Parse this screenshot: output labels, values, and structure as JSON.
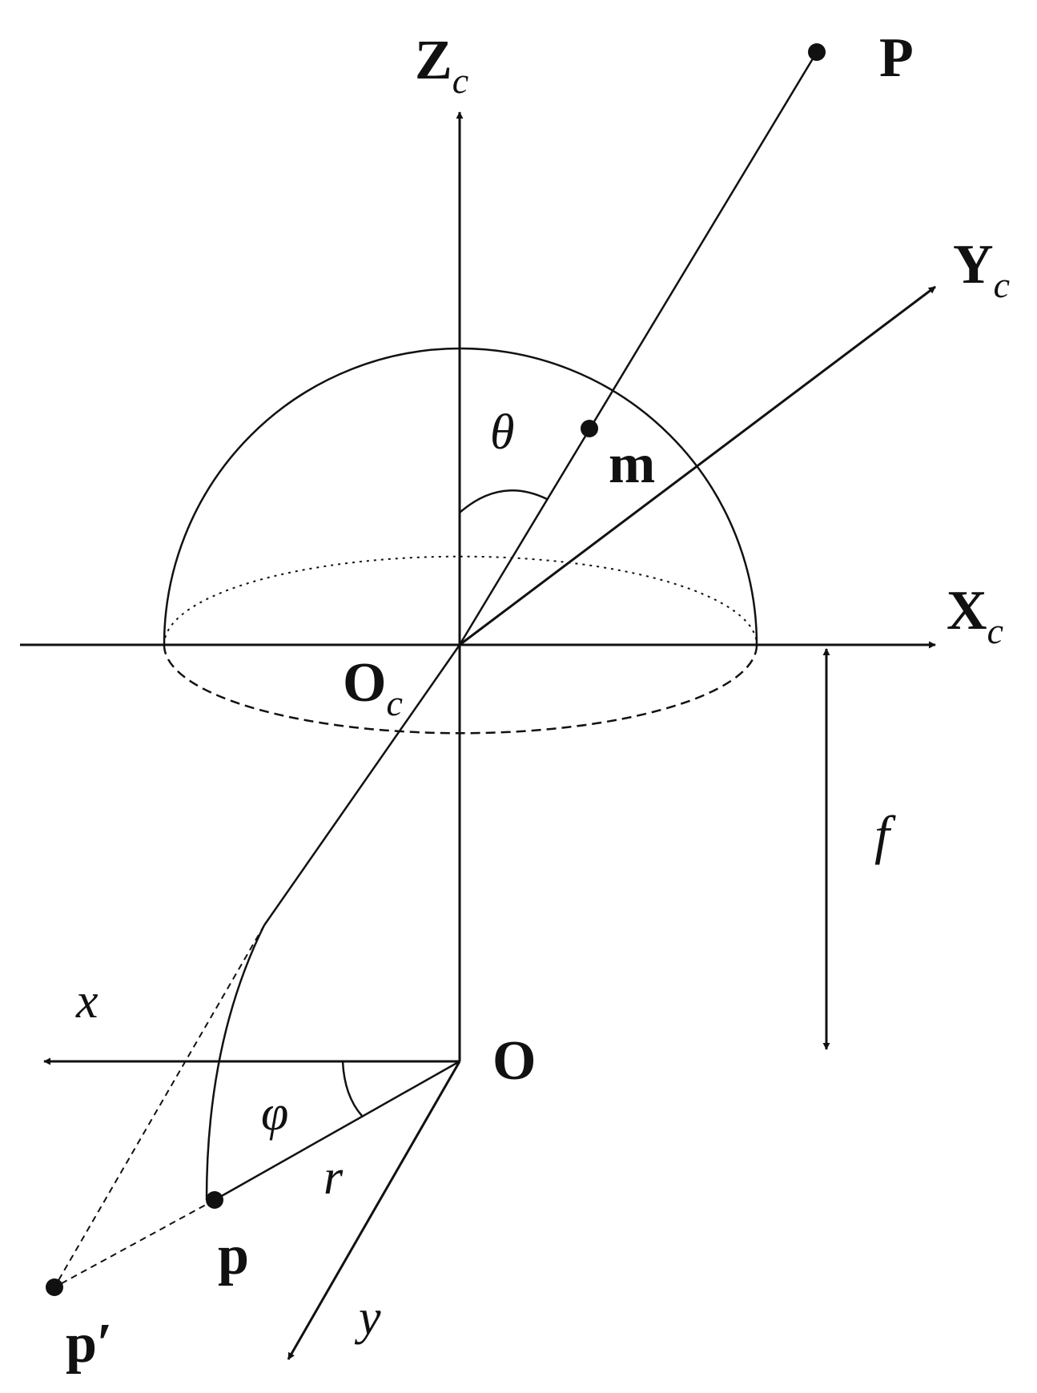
{
  "diagram": {
    "colors": {
      "ink": "#111111",
      "background": "#ffffff"
    },
    "labels": {
      "point_P": "P",
      "point_m": "m",
      "point_p": "p",
      "point_p_prime": "p′",
      "origin_O": "O",
      "origin_Oc_base": "O",
      "origin_Oc_sub": "c",
      "axis_Zc_base": "Z",
      "axis_Zc_sub": "c",
      "axis_Yc_base": "Y",
      "axis_Yc_sub": "c",
      "axis_Xc_base": "X",
      "axis_Xc_sub": "c",
      "axis_x": "x",
      "axis_y": "y",
      "angle_theta": "θ",
      "angle_phi": "φ",
      "radius_r": "r",
      "focal_f": "f"
    }
  }
}
